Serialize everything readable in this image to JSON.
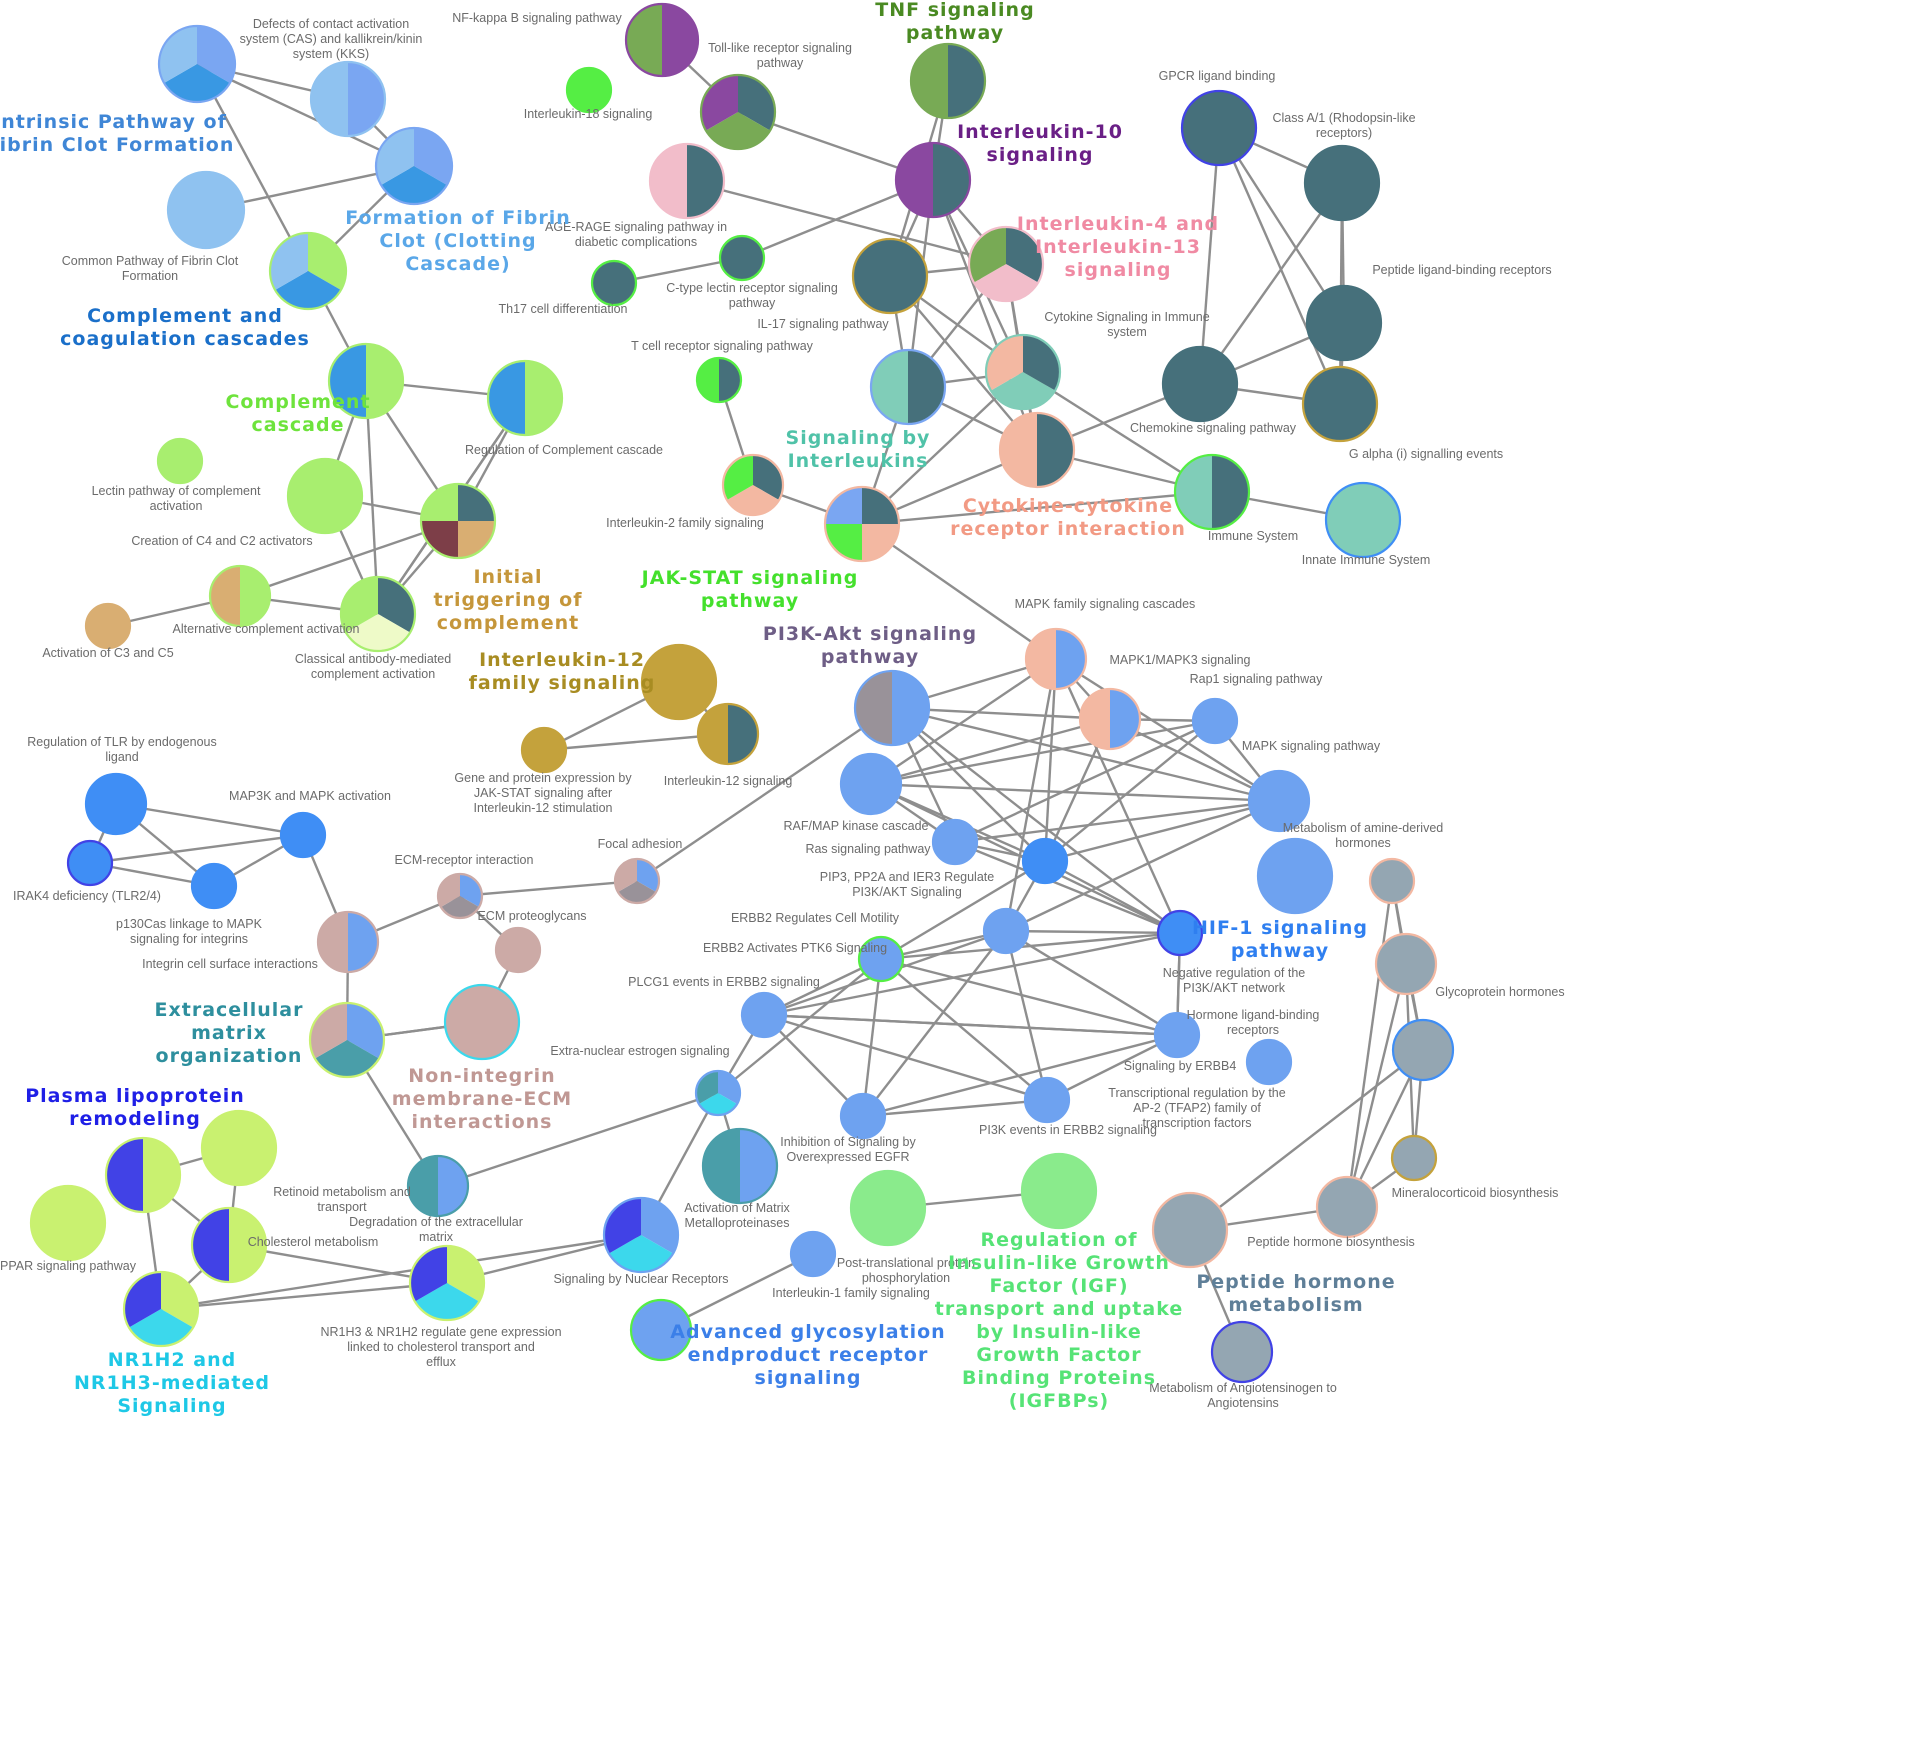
{
  "colors": {
    "dark_slate": "#46707b",
    "sky": "#8fc2f0",
    "light_blue": "#7aa6f2",
    "blue": "#3998e3",
    "lime": "#a8ee6f",
    "bright_green": "#55ee44",
    "olive": "#78aa55",
    "purple": "#8a48a0",
    "pink": "#f2bdca",
    "salmon": "#f3b8a2",
    "teal": "#80cdb8",
    "tan": "#d9ae72",
    "maroon": "#7d3e48",
    "cream": "#eefac8",
    "gold": "#c4a23c",
    "mauve": "#999299",
    "cornflower": "#6ea2f0",
    "bright_blue": "#3f8ef5",
    "rose_tan": "#ccaaa6",
    "steel_teal": "#4a9ea9",
    "yellow_green": "#c9f170",
    "indigo": "#4142e6",
    "cyan": "#3cd8ec",
    "mint": "#8aeb8c",
    "slate_gray": "#94a6b2"
  },
  "terms": {
    "defects_contact_activation": "Defects of contact activation system (CAS) and kallikrein/kinin system (KKS)",
    "common_pathway_fibrin": "Common Pathway of Fibrin Clot Formation",
    "nfkb": "NF-kappa B signaling pathway",
    "tlr_pathway": "Toll-like receptor signaling pathway",
    "il18": "Interleukin-18 signaling",
    "age_rage": "AGE-RAGE signaling pathway in diabetic complications",
    "th17": "Th17 cell differentiation",
    "ctype_lectin": "C-type lectin receptor signaling pathway",
    "il17_pathway": "IL-17 signaling pathway",
    "tcr": "T cell receptor signaling pathway",
    "il2_family": "Interleukin-2 family signaling",
    "cytokine_immune": "Cytokine Signaling in Immune system",
    "gpcr_binding": "GPCR ligand binding",
    "class_a1": "Class A/1 (Rhodopsin-like receptors)",
    "peptide_ligand_binding": "Peptide ligand-binding receptors",
    "chemokine_pathway": "Chemokine signaling pathway",
    "g_alpha_i": "G alpha (i) signalling events",
    "immune_system": "Immune System",
    "innate_immune": "Innate Immune System",
    "regulation_complement": "Regulation of Complement cascade",
    "lectin_pathway": "Lectin pathway of complement activation",
    "creation_c4_c2": "Creation of C4 and C2 activators",
    "alternative_complement": "Alternative complement activation",
    "activation_c3_c5": "Activation of C3 and C5",
    "classical_antibody": "Classical antibody-mediated complement activation",
    "gene_protein_il17": "Gene and protein expression by JAK-STAT signaling after Interleukin-12 stimulation",
    "il12_signaling": "Interleukin-12 signaling",
    "mapk_family": "MAPK family signaling cascades",
    "mapk1_mapk3": "MAPK1/MAPK3 signaling",
    "rap1": "Rap1 signaling pathway",
    "mapk_pathway": "MAPK signaling pathway",
    "raf_map": "RAF/MAP kinase cascade",
    "ras_pathway": "Ras signaling pathway",
    "metabolism_amine": "Metabolism of amine-derived hormones",
    "pip3": "PIP3, PP2A and IER3 Regulate PI3K/AKT Signaling",
    "erbb2_motility": "ERBB2 Regulates Cell Motility",
    "erbb2_ptk6": "ERBB2 Activates PTK6 Signaling",
    "negative_pi3k": "Negative regulation of the PI3K/AKT network",
    "glycoprotein_hormones": "Glycoprotein hormones",
    "plcg1": "PLCG1 events in ERBB2 signaling",
    "hormone_binding": "Hormone ligand-binding receptors",
    "signaling_erbb4": "Signaling by ERBB4",
    "extranuclear_estrogen": "Extra-nuclear estrogen signaling",
    "tfap2": "Transcriptional regulation by the AP-2 (TFAP2) family of transcription factors",
    "pi3k_erbb2": "PI3K events in ERBB2 signaling",
    "inhibition_egfr": "Inhibition of Signaling by Overexpressed EGFR",
    "mineralocorticoid": "Mineralocorticoid biosynthesis",
    "peptide_hormone_biosynthesis": "Peptide hormone biosynthesis",
    "regulation_tlr": "Regulation of TLR by endogenous ligand",
    "map3k": "MAP3K and MAPK activation",
    "irak4": "IRAK4 deficiency (TLR2/4)",
    "p130cas": "p130Cas linkage to MAPK signaling for integrins",
    "integrin_cell_surface": "Integrin cell surface interactions",
    "ecm_receptor": "ECM-receptor interaction",
    "focal_adhesion": "Focal adhesion",
    "ecm_proteoglycans": "ECM proteoglycans",
    "retinoid": "Retinoid metabolism and transport",
    "degradation_ecm": "Degradation of the extracellular matrix",
    "cholesterol": "Cholesterol metabolism",
    "ppar": "PPAR signaling pathway",
    "activation_mmp": "Activation of Matrix Metalloproteinases",
    "nuclear_receptors": "Signaling by Nuclear Receptors",
    "nr1h3": "NR1H3 & NR1H2 regulate gene expression linked to cholesterol transport and efflux",
    "post_translational": "Post-translational protein phosphorylation",
    "il1_family": "Interleukin-1 family signaling",
    "metabolism_angiotensinogen": "Metabolism of Angiotensinogen to Angiotensins"
  },
  "groups": {
    "intrinsic": "Intrinsic Pathway of Fibrin Clot Formation",
    "formation_fibrin": "Formation of Fibrin Clot (Clotting Cascade)",
    "complement_coag": "Complement and coagulation cascades",
    "complement_cascade": "Complement cascade",
    "initial_triggering": "Initial triggering of complement",
    "tnf": "TNF signaling pathway",
    "il10": "Interleukin-10 signaling",
    "il4_il13": "Interleukin-4 and Interleukin-13 signaling",
    "signaling_interleukins": "Signaling by Interleukins",
    "cytokine_cytokine": "Cytokine-cytokine receptor interaction",
    "jak_stat": "JAK-STAT signaling pathway",
    "pi3k_akt": "PI3K-Akt signaling pathway",
    "il12_family": "Interleukin-12 family signaling",
    "hif1": "HIF-1 signaling pathway",
    "ecm_org": "Extracellular matrix organization",
    "non_integrin": "Non-integrin membrane-ECM interactions",
    "plasma_lipoprotein": "Plasma lipoprotein remodeling",
    "nr1h2": "NR1H2 and NR1H3-mediated Signaling",
    "age_receptor": "Advanced glycosylation endproduct receptor signaling",
    "igf": "Regulation of Insulin-like Growth Factor (IGF) transport and uptake by Insulin-like Growth Factor Binding Proteins (IGFBPs)",
    "peptide_hormone_metabolism": "Peptide hormone metabolism"
  }
}
